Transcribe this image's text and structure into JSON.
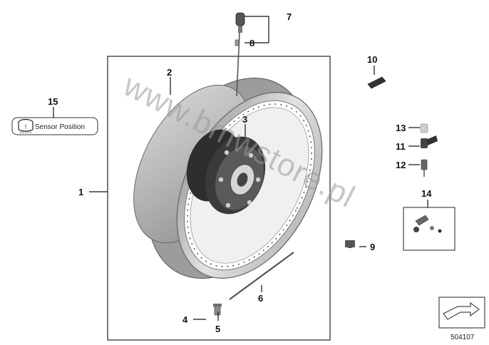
{
  "parts": [
    {
      "id": "1",
      "label": "1"
    },
    {
      "id": "2",
      "label": "2"
    },
    {
      "id": "3",
      "label": "3"
    },
    {
      "id": "4",
      "label": "4"
    },
    {
      "id": "5",
      "label": "5"
    },
    {
      "id": "6",
      "label": "6"
    },
    {
      "id": "7",
      "label": "7"
    },
    {
      "id": "8",
      "label": "8"
    },
    {
      "id": "9",
      "label": "9"
    },
    {
      "id": "10",
      "label": "10"
    },
    {
      "id": "11",
      "label": "11"
    },
    {
      "id": "12",
      "label": "12"
    },
    {
      "id": "13",
      "label": "13"
    },
    {
      "id": "14",
      "label": "14"
    },
    {
      "id": "15",
      "label": "15"
    }
  ],
  "sensor_label": "Sensor Position",
  "watermark": "www.bmwstore.pl",
  "diagram_code": "504107"
}
